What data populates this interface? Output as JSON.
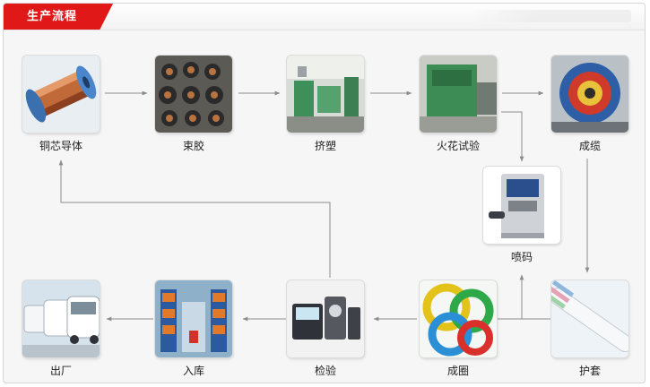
{
  "header": {
    "title": "生产流程"
  },
  "steps": [
    {
      "id": "copper",
      "label": "铜芯导体",
      "icon": "copper-wire-spool-photo"
    },
    {
      "id": "bundle",
      "label": "束胶",
      "icon": "bunching-machine-photo"
    },
    {
      "id": "extrude",
      "label": "挤塑",
      "icon": "extrusion-line-photo"
    },
    {
      "id": "spark",
      "label": "火花试验",
      "icon": "spark-tester-photo"
    },
    {
      "id": "cabling",
      "label": "成缆",
      "icon": "cabling-machine-photo"
    },
    {
      "id": "printing",
      "label": "喷码",
      "icon": "inkjet-printer-photo"
    },
    {
      "id": "sheath",
      "label": "护套",
      "icon": "sheathed-cable-photo"
    },
    {
      "id": "coil",
      "label": "成圈",
      "icon": "wire-coils-photo"
    },
    {
      "id": "inspect",
      "label": "检验",
      "icon": "test-instruments-photo"
    },
    {
      "id": "storage",
      "label": "入库",
      "icon": "warehouse-racks-photo"
    },
    {
      "id": "shipping",
      "label": "出厂",
      "icon": "delivery-trucks-photo"
    }
  ],
  "colors": {
    "accent": "#e01818",
    "arrow": "#8c8c8c",
    "background": "#f6f6f6"
  }
}
